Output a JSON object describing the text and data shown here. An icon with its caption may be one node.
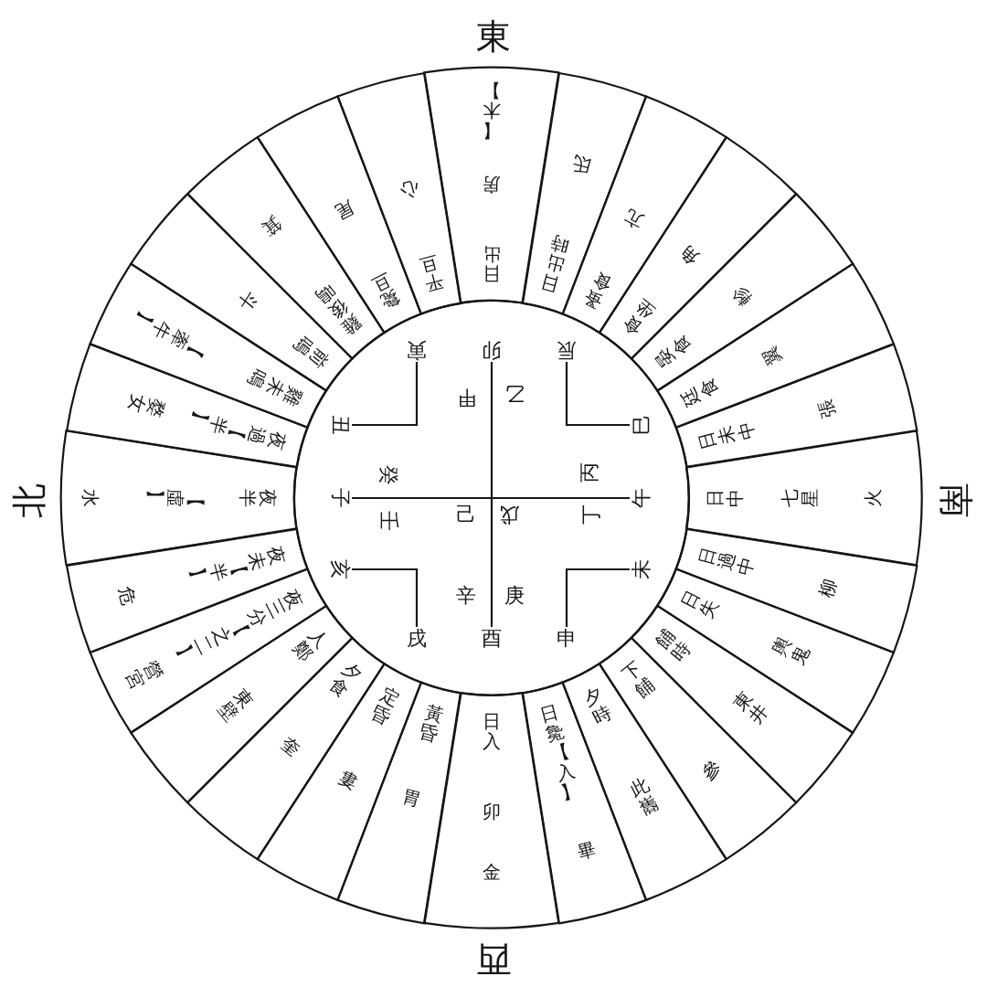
{
  "diagram": {
    "nodes": [
      {
        "text": [
          "日出",
          "房",
          "【木】"
        ]
      },
      {
        "text": [
          "日出時",
          "氐"
        ]
      },
      {
        "text": [
          "蚤食",
          "亢"
        ]
      },
      {
        "text": [
          "食坐",
          "角"
        ]
      },
      {
        "text": [
          "晏食",
          "軫"
        ]
      },
      {
        "text": [
          "廷食",
          "翼"
        ]
      },
      {
        "text": [
          "日未中",
          "張"
        ]
      },
      {
        "text": [
          "日中",
          "七星",
          "火"
        ]
      },
      {
        "text": [
          "日過中",
          "柳"
        ]
      },
      {
        "text": [
          "日失",
          "輿鬼"
        ]
      },
      {
        "text": [
          "餔時",
          "東井"
        ]
      },
      {
        "text": [
          "下餔",
          "參"
        ]
      },
      {
        "text": [
          "夕時",
          "此巂"
        ]
      },
      {
        "text": [
          "日毚【入】",
          "畢"
        ]
      },
      {
        "text": [
          "日入",
          "卯",
          "金"
        ]
      },
      {
        "text": [
          "黃昏",
          "胃"
        ]
      },
      {
        "text": [
          "定昏",
          "婁"
        ]
      },
      {
        "text": [
          "夕食",
          "奎"
        ]
      },
      {
        "text": [
          "人鄭",
          "東壁"
        ]
      },
      {
        "text": [
          "夜三分【之二】",
          "營宮"
        ]
      },
      {
        "text": [
          "夜未【半】",
          "危"
        ]
      },
      {
        "text": [
          "夜半",
          "【虛】",
          "水"
        ]
      },
      {
        "text": [
          "夜過【半】",
          "婺女"
        ]
      },
      {
        "text": [
          "雞未鳴",
          "【牽牛】"
        ]
      },
      {
        "text": [
          "前鳴",
          "斗"
        ]
      },
      {
        "text": [
          "雞後鳴",
          "箕"
        ]
      },
      {
        "text": [
          "毚旦",
          "尾"
        ]
      },
      {
        "text": [
          "平旦",
          "心"
        ]
      },
      {
        "text": [
          "甲",
          "乙",
          "丙",
          "丁",
          "戊",
          "己",
          "庚",
          "辛",
          "壬",
          "癸"
        ]
      },
      {
        "text": [
          "卯"
        ],
        "in": 28
      },
      {
        "text": [
          "辰"
        ],
        "in": 28
      },
      {
        "text": [
          "巳"
        ],
        "in": 28
      },
      {
        "text": [
          "午"
        ],
        "in": 28
      },
      {
        "text": [
          "未"
        ],
        "in": 28
      },
      {
        "text": [
          "申"
        ],
        "in": 28
      },
      {
        "text": [
          "酉"
        ],
        "in": 28
      },
      {
        "text": [
          "戌"
        ],
        "in": 28
      },
      {
        "text": [
          "亥"
        ],
        "in": 28
      },
      {
        "text": [
          "子"
        ],
        "in": 28
      },
      {
        "text": [
          "丑"
        ],
        "in": 28
      },
      {
        "text": [
          "寅"
        ],
        "in": 28
      }
    ],
    "edges": [
      {
        "from": 29,
        "to": 35,
        "arrow": "none"
      },
      {
        "from": 38,
        "to": 32,
        "arrow": "none"
      },
      {
        "from": 40,
        "to": 39,
        "arrow": "none"
      },
      {
        "from": 30,
        "to": 31,
        "arrow": "none"
      },
      {
        "from": 33,
        "to": 34,
        "arrow": "none"
      },
      {
        "from": 36,
        "to": 37,
        "arrow": "none"
      }
    ],
    "labels": [
      "東",
      "北",
      "南",
      "西"
    ]
  }
}
